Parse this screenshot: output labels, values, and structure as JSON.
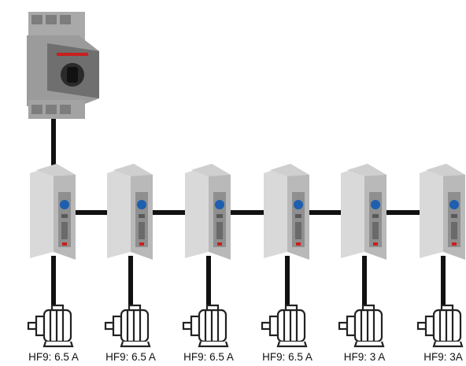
{
  "motor_labels": [
    "HF9: 6.5 A",
    "HF9: 6.5 A",
    "HF9: 6.5 A",
    "HF9: 6.5 A",
    "HF9: 3 A",
    "HF9: 3A"
  ],
  "icons": {
    "breaker": "motor-protection-breaker-icon",
    "relay": "din-rail-relay-icon",
    "motor": "electric-motor-icon"
  },
  "colors": {
    "line": "#111111",
    "breaker_body": "#8c8c8c",
    "breaker_front": "#6e6e6e",
    "breaker_label": "#c8201e",
    "relay_body": "#b9b9b9",
    "relay_side": "#d9d9d9",
    "relay_knob": "#1e5fb0",
    "motor_outline": "#222222"
  }
}
